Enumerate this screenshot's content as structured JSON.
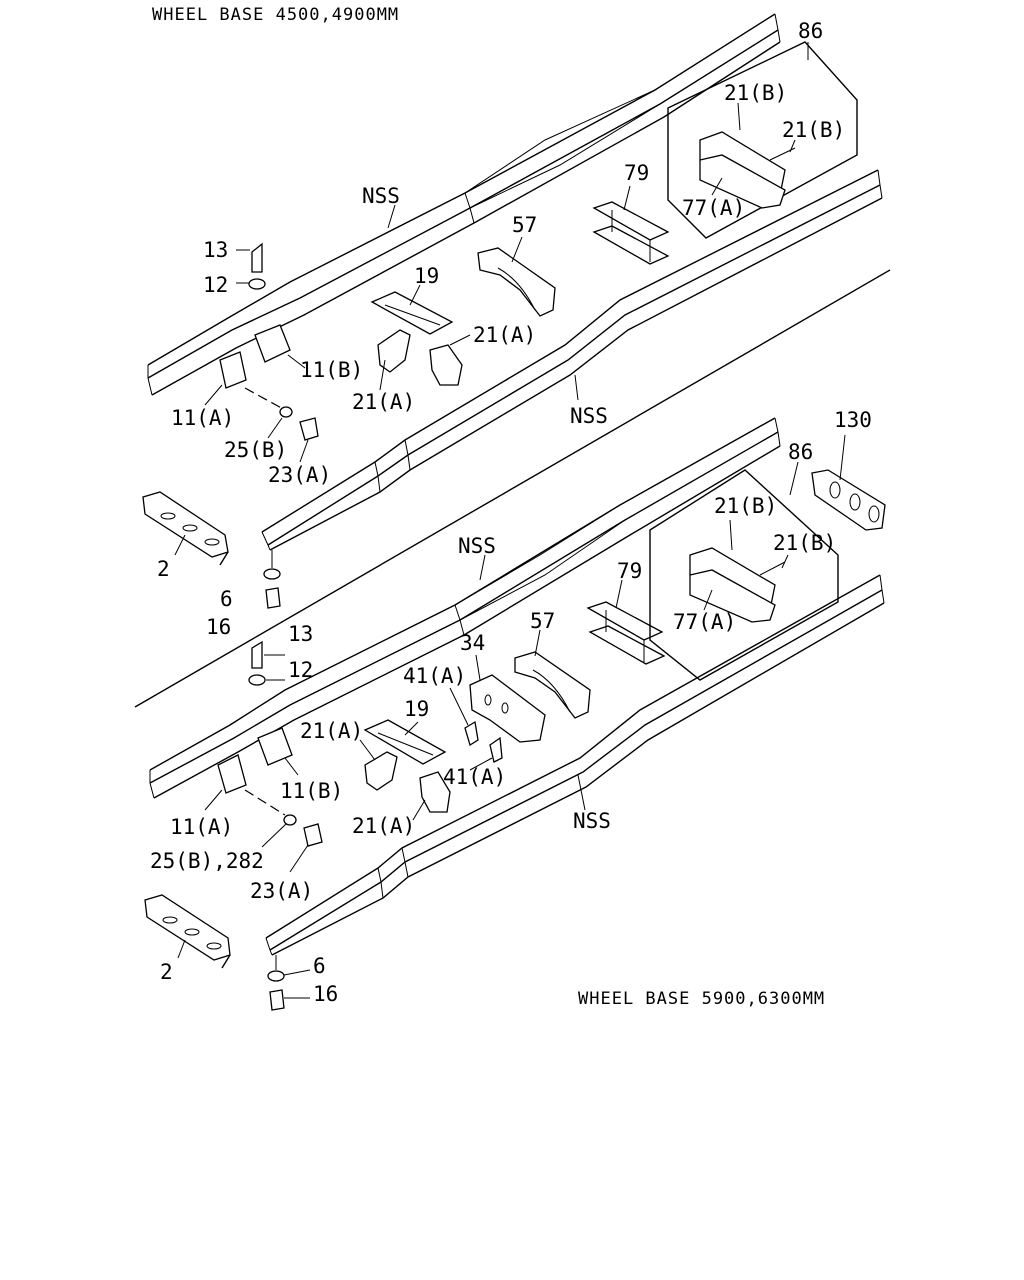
{
  "captions": {
    "top": "WHEEL BASE 4500,4900MM",
    "bottom": "WHEEL BASE 5900,6300MM"
  },
  "labels_top": {
    "l86": "86",
    "l21b_1": "21(B)",
    "l21b_2": "21(B)",
    "l77a": "77(A)",
    "l79": "79",
    "l57": "57",
    "lnss_1": "NSS",
    "lnss_2": "NSS",
    "l19": "19",
    "l21a_1": "21(A)",
    "l21a_2": "21(A)",
    "l13": "13",
    "l12": "12",
    "l11b": "11(B)",
    "l11a": "11(A)",
    "l25b": "25(B)",
    "l23a": "23(A)",
    "l2": "2",
    "l6": "6",
    "l16": "16"
  },
  "labels_bottom": {
    "l130": "130",
    "l86": "86",
    "l21b_1": "21(B)",
    "l21b_2": "21(B)",
    "l77a": "77(A)",
    "l79": "79",
    "l57": "57",
    "l34": "34",
    "lnss_1": "NSS",
    "lnss_2": "NSS",
    "l41a_1": "41(A)",
    "l41a_2": "41(A)",
    "l19": "19",
    "l21a_1": "21(A)",
    "l21a_2": "21(A)",
    "l13": "13",
    "l12": "12",
    "l11b": "11(B)",
    "l11a": "11(A)",
    "l25b": "25(B),282",
    "l23a": "23(A)",
    "l2": "2",
    "l6": "6",
    "l16": "16"
  }
}
